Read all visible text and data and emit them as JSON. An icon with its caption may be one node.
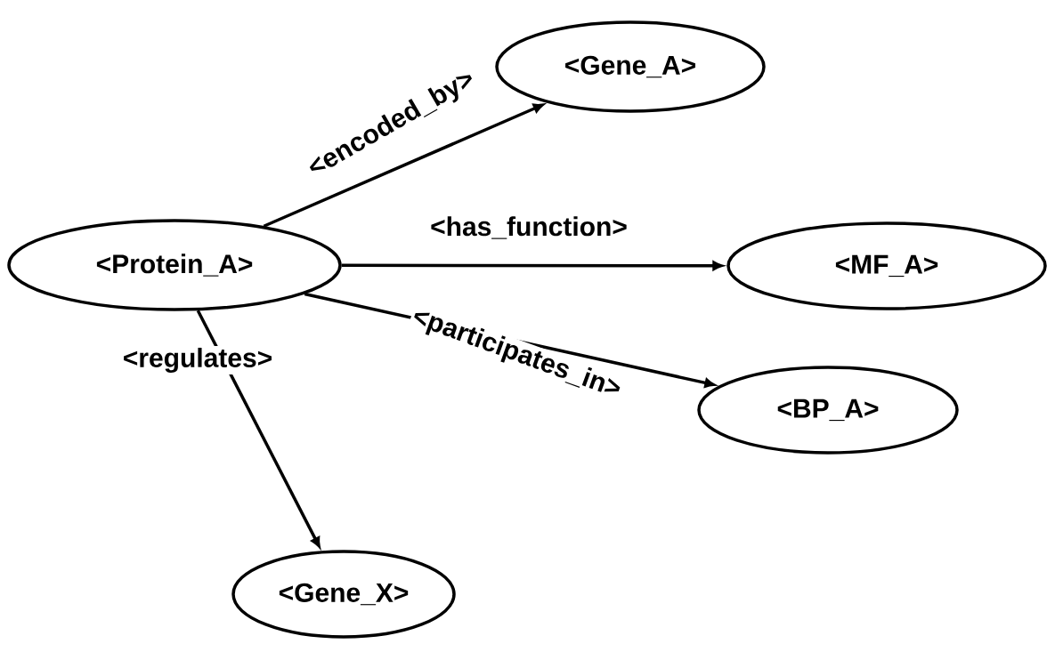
{
  "diagram": {
    "nodes": [
      {
        "text": [
          "<Protein_A>"
        ]
      },
      {
        "text": [
          "<Gene_A>"
        ]
      },
      {
        "text": [
          "<MF_A>"
        ]
      },
      {
        "text": [
          "<BP_A>"
        ]
      },
      {
        "text": [
          "<Gene_X>"
        ]
      }
    ],
    "edges": [
      {
        "from": 0,
        "to": 1,
        "arrow": "to",
        "label": "<encoded_by>"
      },
      {
        "from": 0,
        "to": 2,
        "arrow": "to",
        "label": "<has_function>"
      },
      {
        "from": 0,
        "to": 3,
        "arrow": "to",
        "label": "<participates_in>"
      },
      {
        "from": 0,
        "to": 4,
        "arrow": "to",
        "label": "<regulates>"
      }
    ]
  }
}
